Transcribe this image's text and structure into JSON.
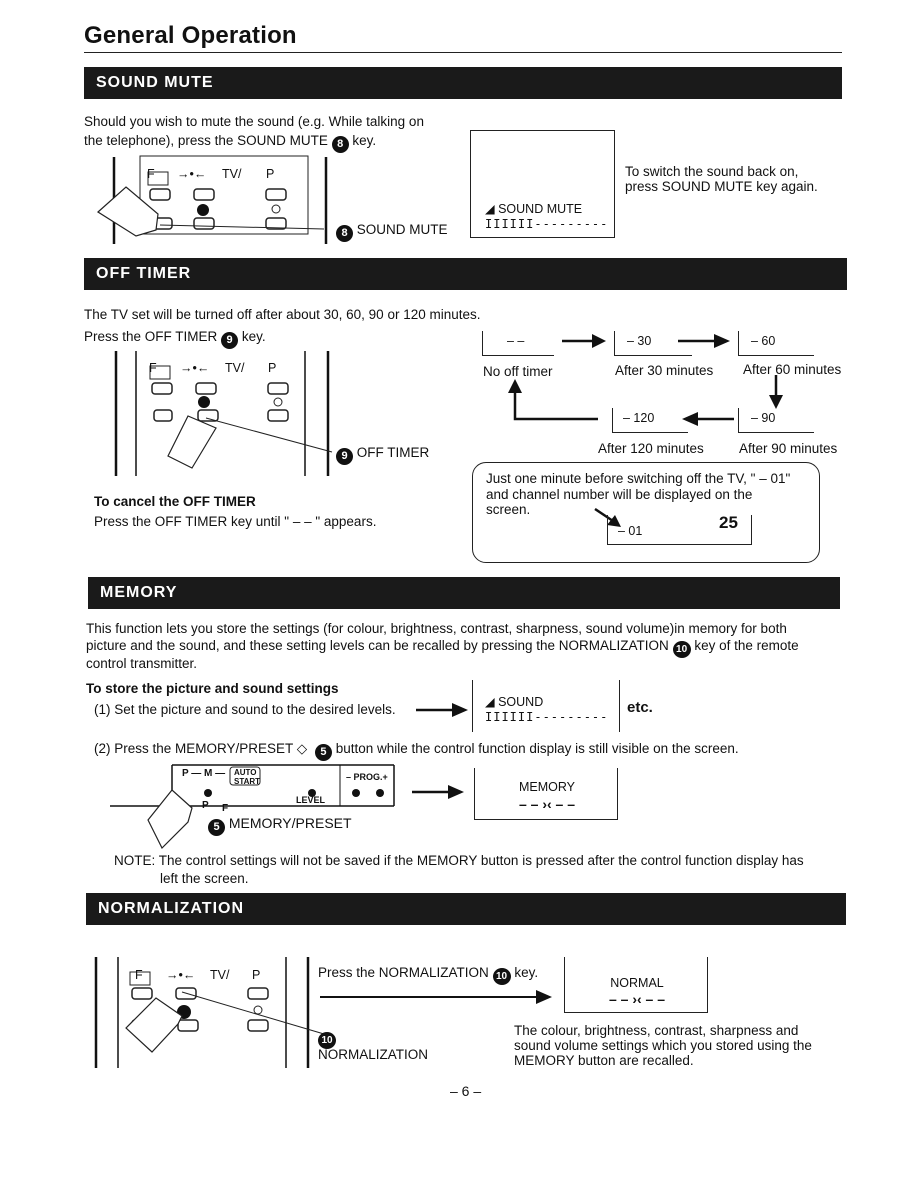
{
  "page_title": "General Operation",
  "page_number": "– 6 –",
  "sound_mute": {
    "heading": "SOUND MUTE",
    "intro_l1": "Should you wish to mute the sound (e.g. While talking on",
    "intro_l2": "the telephone), press the SOUND MUTE",
    "intro_key_num": "8",
    "intro_end": "key.",
    "callout_num": "8",
    "callout_label": "SOUND MUTE",
    "display_label": "SOUND MUTE",
    "display_meter": "IIIIII---------",
    "note_l1": "To switch the sound back on,",
    "note_l2": "press SOUND MUTE key again."
  },
  "off_timer": {
    "heading": "OFF TIMER",
    "intro": "The TV set will be turned off after about 30, 60, 90 or 120 minutes.",
    "press_text": "Press the OFF TIMER",
    "press_num": "9",
    "press_end": "key.",
    "callout_num": "9",
    "callout_label": "OFF TIMER",
    "cancel_title": "To cancel the OFF TIMER",
    "cancel_text": "Press the OFF TIMER key until \" – – \" appears.",
    "states": [
      {
        "display": "– –",
        "caption": "No off timer"
      },
      {
        "display": "– 30",
        "caption": "After 30 minutes"
      },
      {
        "display": "– 60",
        "caption": "After 60 minutes"
      },
      {
        "display": "– 90",
        "caption": "After 90 minutes"
      },
      {
        "display": "– 120",
        "caption": "After 120 minutes"
      }
    ],
    "oneminute_l1": "Just one minute before switching off the TV, \" – 01\"",
    "oneminute_l2": "and  channel  number  will  be  displayed  on  the",
    "oneminute_l3": "screen.",
    "oneminute_display": "– 01",
    "channel_number": "25"
  },
  "memory": {
    "heading": "MEMORY",
    "para_l1": "This function lets you store the settings (for colour, brightness, contrast, sharpness, sound volume)in memory for both",
    "para_l2a": "picture and the sound, and these setting levels can be recalled by pressing the NORMALIZATION",
    "para_num": "10",
    "para_l2b": "key of the remote",
    "para_l3": "control transmitter.",
    "store_title": "To store the picture and sound settings",
    "step1": "(1) Set the picture and sound to the desired levels.",
    "display1_label": "SOUND",
    "display1_meter": "IIIIII---------",
    "etc": "etc.",
    "step2a": "(2) Press the MEMORY/PRESET ◇",
    "step2_num": "5",
    "step2b": "button while the control function display is still visible on the screen.",
    "remote_labels": {
      "pm": "P ― M ―",
      "auto": "AUTO",
      "start": "START",
      "prog": "– PROG.+",
      "level": "LEVEL",
      "p": "P",
      "f": "F"
    },
    "callout_num": "5",
    "callout_label": "MEMORY/PRESET",
    "display2_label": "MEMORY",
    "display2_symbol": "– – ›‹ – –",
    "note_l1": "NOTE: The control settings will not be saved if the MEMORY button is pressed after the control function display has",
    "note_l2": "left the screen."
  },
  "normalization": {
    "heading": "NORMALIZATION",
    "press_text": "Press the NORMALIZATION",
    "press_num": "10",
    "press_end": "key.",
    "callout_num": "10",
    "callout_label": "NORMALIZATION",
    "display_label": "NORMAL",
    "display_symbol": "– – ›‹ – –",
    "desc_l1": "The  colour,  brightness,  contrast,  sharpness  and",
    "desc_l2": "sound  volume  settings  which  you  stored  using  the",
    "desc_l3": "MEMORY button are recalled."
  },
  "remote_keys": {
    "f": "F",
    "a": "→•←",
    "tv": "TV/",
    "p": "P"
  }
}
